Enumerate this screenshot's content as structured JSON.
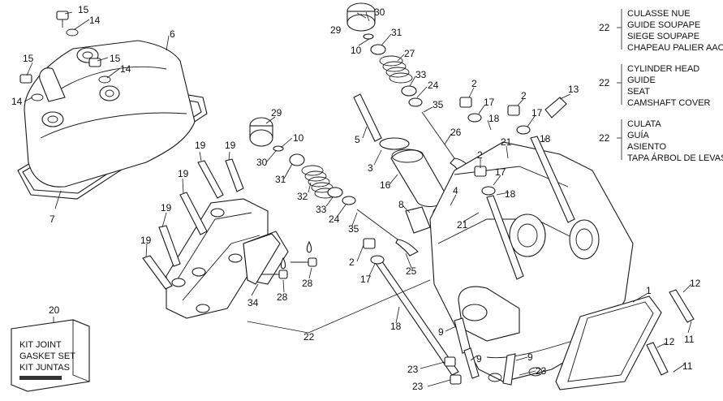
{
  "legend": [
    {
      "number": "22",
      "lines": [
        "CULASSE NUE",
        "GUIDE SOUPAPE",
        "SIEGE SOUPAPE",
        "CHAPEAU PALIER AAC"
      ]
    },
    {
      "number": "22",
      "lines": [
        "CYLINDER HEAD",
        "GUIDE",
        "SEAT",
        "CAMSHAFT COVER"
      ]
    },
    {
      "number": "22",
      "lines": [
        "CULATA",
        "GUÍA",
        "ASIENTO",
        "TAPA ÁRBOL DE LEVAS"
      ]
    }
  ],
  "kit_box": {
    "callout": "20",
    "lines": [
      "KIT JOINT",
      "GASKET SET",
      "KIT JUNTAS"
    ]
  },
  "callouts": [
    {
      "id": "c15a",
      "label": "15"
    },
    {
      "id": "c14a",
      "label": "14"
    },
    {
      "id": "c6",
      "label": "6"
    },
    {
      "id": "c15b",
      "label": "15"
    },
    {
      "id": "c15c",
      "label": "15"
    },
    {
      "id": "c14b",
      "label": "14"
    },
    {
      "id": "c14c",
      "label": "14"
    },
    {
      "id": "c7",
      "label": "7"
    },
    {
      "id": "c29a",
      "label": "29"
    },
    {
      "id": "c10a",
      "label": "10"
    },
    {
      "id": "c30a",
      "label": "30"
    },
    {
      "id": "c31a",
      "label": "31"
    },
    {
      "id": "c19a",
      "label": "19"
    },
    {
      "id": "c19b",
      "label": "19"
    },
    {
      "id": "c19c",
      "label": "19"
    },
    {
      "id": "c19d",
      "label": "19"
    },
    {
      "id": "c19e",
      "label": "19"
    },
    {
      "id": "c32",
      "label": "32"
    },
    {
      "id": "c33a",
      "label": "33"
    },
    {
      "id": "c24a",
      "label": "24"
    },
    {
      "id": "c35a",
      "label": "35"
    },
    {
      "id": "c34",
      "label": "34"
    },
    {
      "id": "c28a",
      "label": "28"
    },
    {
      "id": "c28b",
      "label": "28"
    },
    {
      "id": "c22",
      "label": "22"
    },
    {
      "id": "c30b",
      "label": "30"
    },
    {
      "id": "c29b",
      "label": "29"
    },
    {
      "id": "c31b",
      "label": "31"
    },
    {
      "id": "c10b",
      "label": "10"
    },
    {
      "id": "c27",
      "label": "27"
    },
    {
      "id": "c33b",
      "label": "33"
    },
    {
      "id": "c24b",
      "label": "24"
    },
    {
      "id": "c35b",
      "label": "35"
    },
    {
      "id": "c5",
      "label": "5"
    },
    {
      "id": "c26",
      "label": "26"
    },
    {
      "id": "c3",
      "label": "3"
    },
    {
      "id": "c16",
      "label": "16"
    },
    {
      "id": "c4",
      "label": "4"
    },
    {
      "id": "c8",
      "label": "8"
    },
    {
      "id": "c2a",
      "label": "2"
    },
    {
      "id": "c2b",
      "label": "2"
    },
    {
      "id": "c13",
      "label": "13"
    },
    {
      "id": "c17a",
      "label": "17"
    },
    {
      "id": "c17b",
      "label": "17"
    },
    {
      "id": "c18a",
      "label": "18"
    },
    {
      "id": "c18b",
      "label": "18"
    },
    {
      "id": "c21a",
      "label": "21"
    },
    {
      "id": "c2c",
      "label": "2"
    },
    {
      "id": "c17c",
      "label": "17"
    },
    {
      "id": "c18c",
      "label": "18"
    },
    {
      "id": "c21b",
      "label": "21"
    },
    {
      "id": "c2d",
      "label": "2"
    },
    {
      "id": "c17d",
      "label": "17"
    },
    {
      "id": "c25",
      "label": "25"
    },
    {
      "id": "c18d",
      "label": "18"
    },
    {
      "id": "c1",
      "label": "1"
    },
    {
      "id": "c12a",
      "label": "12"
    },
    {
      "id": "c11a",
      "label": "11"
    },
    {
      "id": "c12b",
      "label": "12"
    },
    {
      "id": "c11b",
      "label": "11"
    },
    {
      "id": "c9a",
      "label": "9"
    },
    {
      "id": "c9b",
      "label": "9"
    },
    {
      "id": "c9c",
      "label": "9"
    },
    {
      "id": "c23a",
      "label": "23"
    },
    {
      "id": "c23b",
      "label": "23"
    },
    {
      "id": "c23c",
      "label": "23"
    }
  ]
}
